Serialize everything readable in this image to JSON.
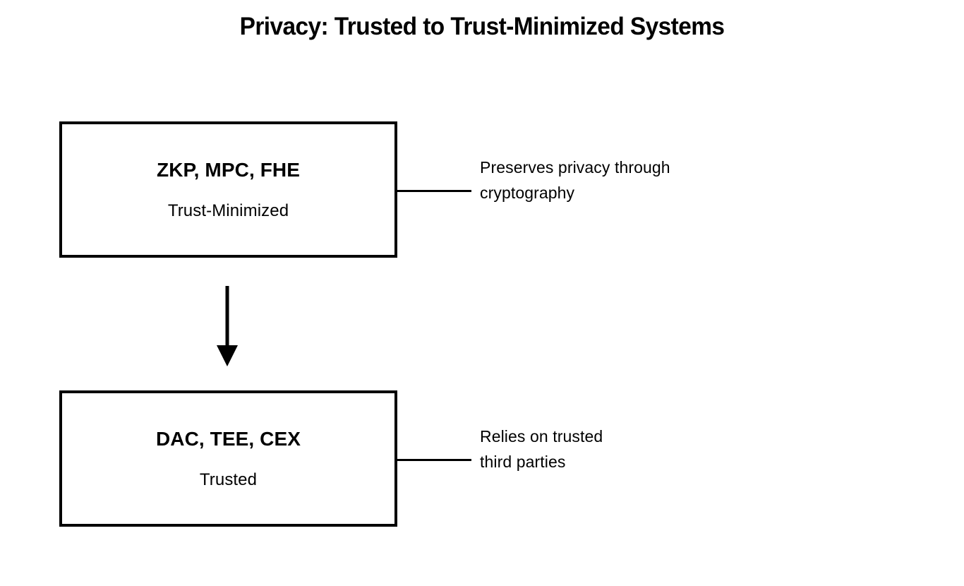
{
  "page": {
    "background": "#ffffff",
    "ink": "#000000",
    "title": "Privacy: Trusted to Trust-Minimized Systems"
  },
  "diagram": {
    "type": "flow",
    "direction": "top-to-bottom",
    "nodes": [
      {
        "id": "trust-minimized",
        "title": "ZKP, MPC, FHE",
        "subtitle": "Trust-Minimized",
        "annotation_lines": [
          "Preserves privacy through",
          "cryptography"
        ]
      },
      {
        "id": "trusted",
        "title": "DAC, TEE, CEX",
        "subtitle": "Trusted",
        "annotation_lines": [
          "Relies on trusted",
          "third parties"
        ]
      }
    ],
    "connector": {
      "from": "trust-minimized",
      "to": "trusted",
      "style": "solid-arrow",
      "arrow_direction": "down"
    }
  }
}
